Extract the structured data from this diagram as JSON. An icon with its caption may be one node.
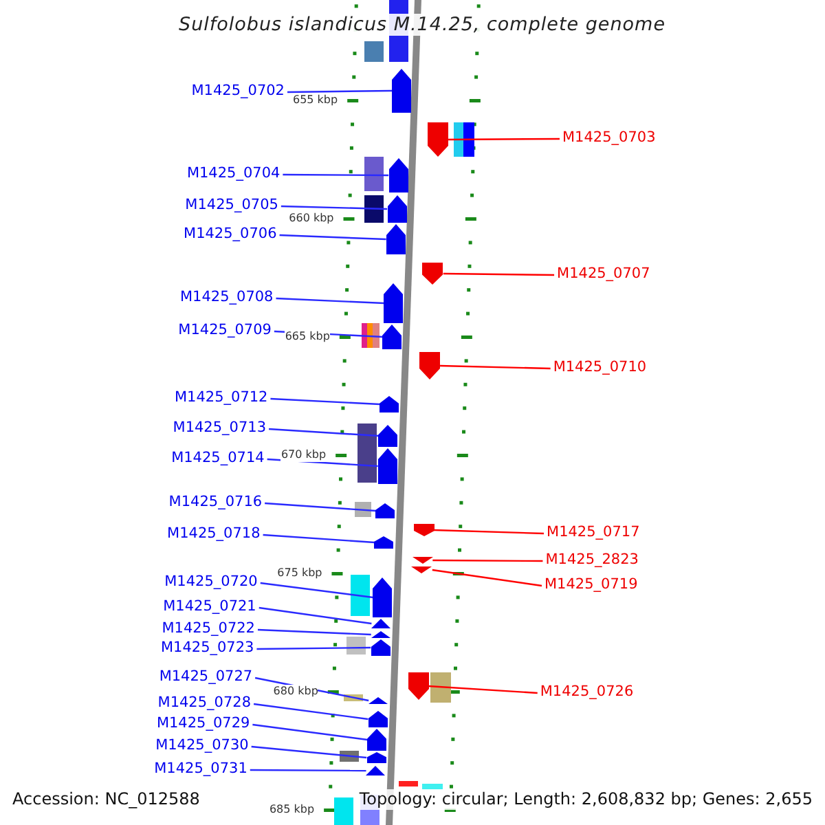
{
  "diagram": {
    "title": "Sulfolobus islandicus M.14.25, complete genome",
    "nodes": [
      {
        "text": [
          "M1425_0702"
        ]
      },
      {
        "text": [],
        "shape": "arrow"
      },
      {
        "text": [
          "M1425_0703"
        ]
      },
      {
        "text": [],
        "shape": "arrow"
      },
      {
        "text": [
          "M1425_0704"
        ]
      },
      {
        "text": [],
        "shape": "arrow"
      },
      {
        "text": [
          "M1425_0705"
        ]
      },
      {
        "text": [],
        "shape": "arrow"
      },
      {
        "text": [
          "M1425_0706"
        ]
      },
      {
        "text": [],
        "shape": "arrow"
      },
      {
        "text": [
          "M1425_0707"
        ]
      },
      {
        "text": [],
        "shape": "arrow"
      },
      {
        "text": [
          "M1425_0708"
        ]
      },
      {
        "text": [],
        "shape": "arrow"
      },
      {
        "text": [
          "M1425_0709"
        ]
      },
      {
        "text": [],
        "shape": "arrow"
      },
      {
        "text": [
          "M1425_0710"
        ]
      },
      {
        "text": [],
        "shape": "arrow"
      },
      {
        "text": [
          "M1425_0712"
        ]
      },
      {
        "text": [],
        "shape": "arrow"
      },
      {
        "text": [
          "M1425_0713"
        ]
      },
      {
        "text": [],
        "shape": "arrow"
      },
      {
        "text": [
          "M1425_0714"
        ]
      },
      {
        "text": [],
        "shape": "arrow"
      },
      {
        "text": [
          "M1425_0716"
        ]
      },
      {
        "text": [],
        "shape": "arrow"
      },
      {
        "text": [
          "M1425_0717"
        ]
      },
      {
        "text": [],
        "shape": "arrow"
      },
      {
        "text": [
          "M1425_0718"
        ]
      },
      {
        "text": [],
        "shape": "arrow"
      },
      {
        "text": [
          "M1425_2823"
        ]
      },
      {
        "text": [],
        "shape": "arrow"
      },
      {
        "text": [
          "M1425_0720"
        ]
      },
      {
        "text": [],
        "shape": "arrow"
      },
      {
        "text": [
          "M1425_0719"
        ]
      },
      {
        "text": [],
        "shape": "arrow"
      },
      {
        "text": [
          "M1425_0721"
        ]
      },
      {
        "text": [],
        "shape": "arrow"
      },
      {
        "text": [
          "M1425_0722"
        ]
      },
      {
        "text": [],
        "shape": "arrow"
      },
      {
        "text": [
          "M1425_0723"
        ]
      },
      {
        "text": [],
        "shape": "arrow"
      },
      {
        "text": [
          "M1425_0727"
        ]
      },
      {
        "text": [],
        "shape": "arrow"
      },
      {
        "text": [
          "M1425_0726"
        ]
      },
      {
        "text": [],
        "shape": "arrow"
      },
      {
        "text": [
          "M1425_0728"
        ]
      },
      {
        "text": [],
        "shape": "arrow"
      },
      {
        "text": [
          "M1425_0729"
        ]
      },
      {
        "text": [],
        "shape": "arrow"
      },
      {
        "text": [
          "M1425_0730"
        ]
      },
      {
        "text": [],
        "shape": "arrow"
      },
      {
        "text": [
          "M1425_0731"
        ]
      },
      {
        "text": [],
        "shape": "arrow"
      }
    ],
    "edges": [
      {
        "from": 0,
        "to": 1,
        "arrow": "none"
      },
      {
        "from": 2,
        "to": 3,
        "arrow": "none",
        "color": "#ff0000"
      },
      {
        "from": 4,
        "to": 5,
        "arrow": "none"
      },
      {
        "from": 6,
        "to": 7,
        "arrow": "none"
      },
      {
        "from": 8,
        "to": 9,
        "arrow": "none"
      },
      {
        "from": 10,
        "to": 11,
        "arrow": "none",
        "color": "#ff0000"
      },
      {
        "from": 12,
        "to": 13,
        "arrow": "none"
      },
      {
        "from": 14,
        "to": 15,
        "arrow": "none"
      },
      {
        "from": 16,
        "to": 17,
        "arrow": "none",
        "color": "#ff0000"
      },
      {
        "from": 18,
        "to": 19,
        "arrow": "none"
      },
      {
        "from": 20,
        "to": 21,
        "arrow": "none"
      },
      {
        "from": 22,
        "to": 23,
        "arrow": "none"
      },
      {
        "from": 24,
        "to": 25,
        "arrow": "none"
      },
      {
        "from": 26,
        "to": 27,
        "arrow": "none",
        "color": "#ff0000"
      },
      {
        "from": 28,
        "to": 29,
        "arrow": "none"
      },
      {
        "from": 30,
        "to": 31,
        "arrow": "none",
        "color": "#ff0000"
      },
      {
        "from": 32,
        "to": 33,
        "arrow": "none"
      },
      {
        "from": 34,
        "to": 35,
        "arrow": "none",
        "color": "#ff0000"
      },
      {
        "from": 36,
        "to": 37,
        "arrow": "none"
      },
      {
        "from": 38,
        "to": 39,
        "arrow": "none"
      },
      {
        "from": 40,
        "to": 41,
        "arrow": "none"
      },
      {
        "from": 42,
        "to": 43,
        "arrow": "none"
      },
      {
        "from": 44,
        "to": 45,
        "arrow": "none",
        "color": "#ff0000"
      },
      {
        "from": 46,
        "to": 47,
        "arrow": "none"
      },
      {
        "from": 48,
        "to": 49,
        "arrow": "none"
      },
      {
        "from": 50,
        "to": 51,
        "arrow": "none"
      },
      {
        "from": 52,
        "to": 53,
        "arrow": "none"
      }
    ],
    "labels": [
      "655 kbp",
      "660 kbp",
      "665 kbp",
      "670 kbp",
      "675 kbp",
      "680 kbp",
      "685 kbp",
      "Accession: NC_012588",
      "Topology: circular; Length: 2,608,832 bp; Genes: 2,655"
    ]
  }
}
